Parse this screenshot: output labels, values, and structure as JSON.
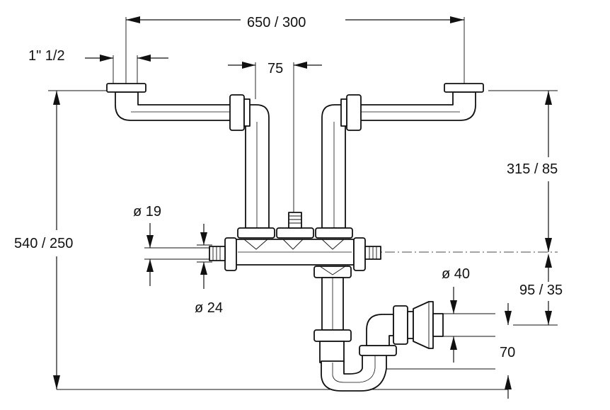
{
  "dimensions": {
    "overall_width": "650 / 300",
    "inlet_size": "1\" 1/2",
    "center_spacing": "75",
    "inlet_height": "315 / 85",
    "total_height": "540 / 250",
    "dishwasher_inner": "ø 19",
    "dishwasher_outer": "ø 24",
    "outlet_diameter": "ø 40",
    "outlet_height": "95 / 35",
    "trap_offset": "70"
  }
}
